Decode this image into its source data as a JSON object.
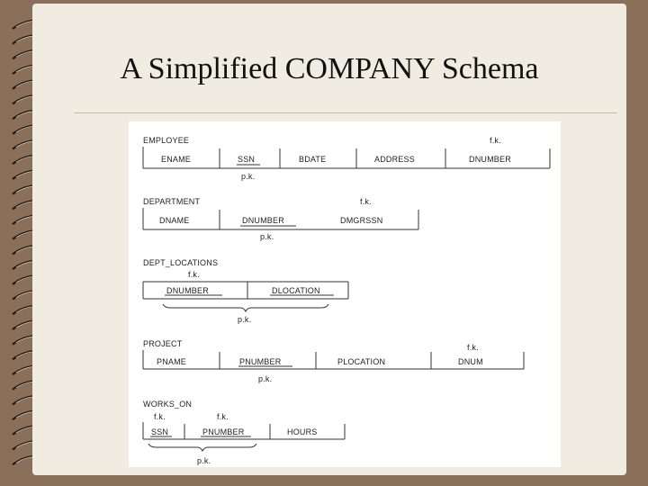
{
  "slide": {
    "title": "A Simplified COMPANY Schema"
  },
  "schema": {
    "employee": {
      "name": "EMPLOYEE",
      "attributes": [
        "ENAME",
        "SSN",
        "BDATE",
        "ADDRESS",
        "DNUMBER"
      ],
      "fk_label": "f.k.",
      "pk_label": "p.k."
    },
    "department": {
      "name": "DEPARTMENT",
      "attributes": [
        "DNAME",
        "DNUMBER",
        "DMGRSSN"
      ],
      "fk_label": "f.k.",
      "pk_label": "p.k."
    },
    "dept_locations": {
      "name": "DEPT_LOCATIONS",
      "attributes": [
        "DNUMBER",
        "DLOCATION"
      ],
      "fk_label": "f.k.",
      "pk_label": "p.k."
    },
    "project": {
      "name": "PROJECT",
      "attributes": [
        "PNAME",
        "PNUMBER",
        "PLOCATION",
        "DNUM"
      ],
      "fk_label": "f.k.",
      "pk_label": "p.k."
    },
    "works_on": {
      "name": "WORKS_ON",
      "attributes": [
        "SSN",
        "PNUMBER",
        "HOURS"
      ],
      "fk1_label": "f.k.",
      "fk2_label": "f.k.",
      "pk_label": "p.k."
    }
  }
}
